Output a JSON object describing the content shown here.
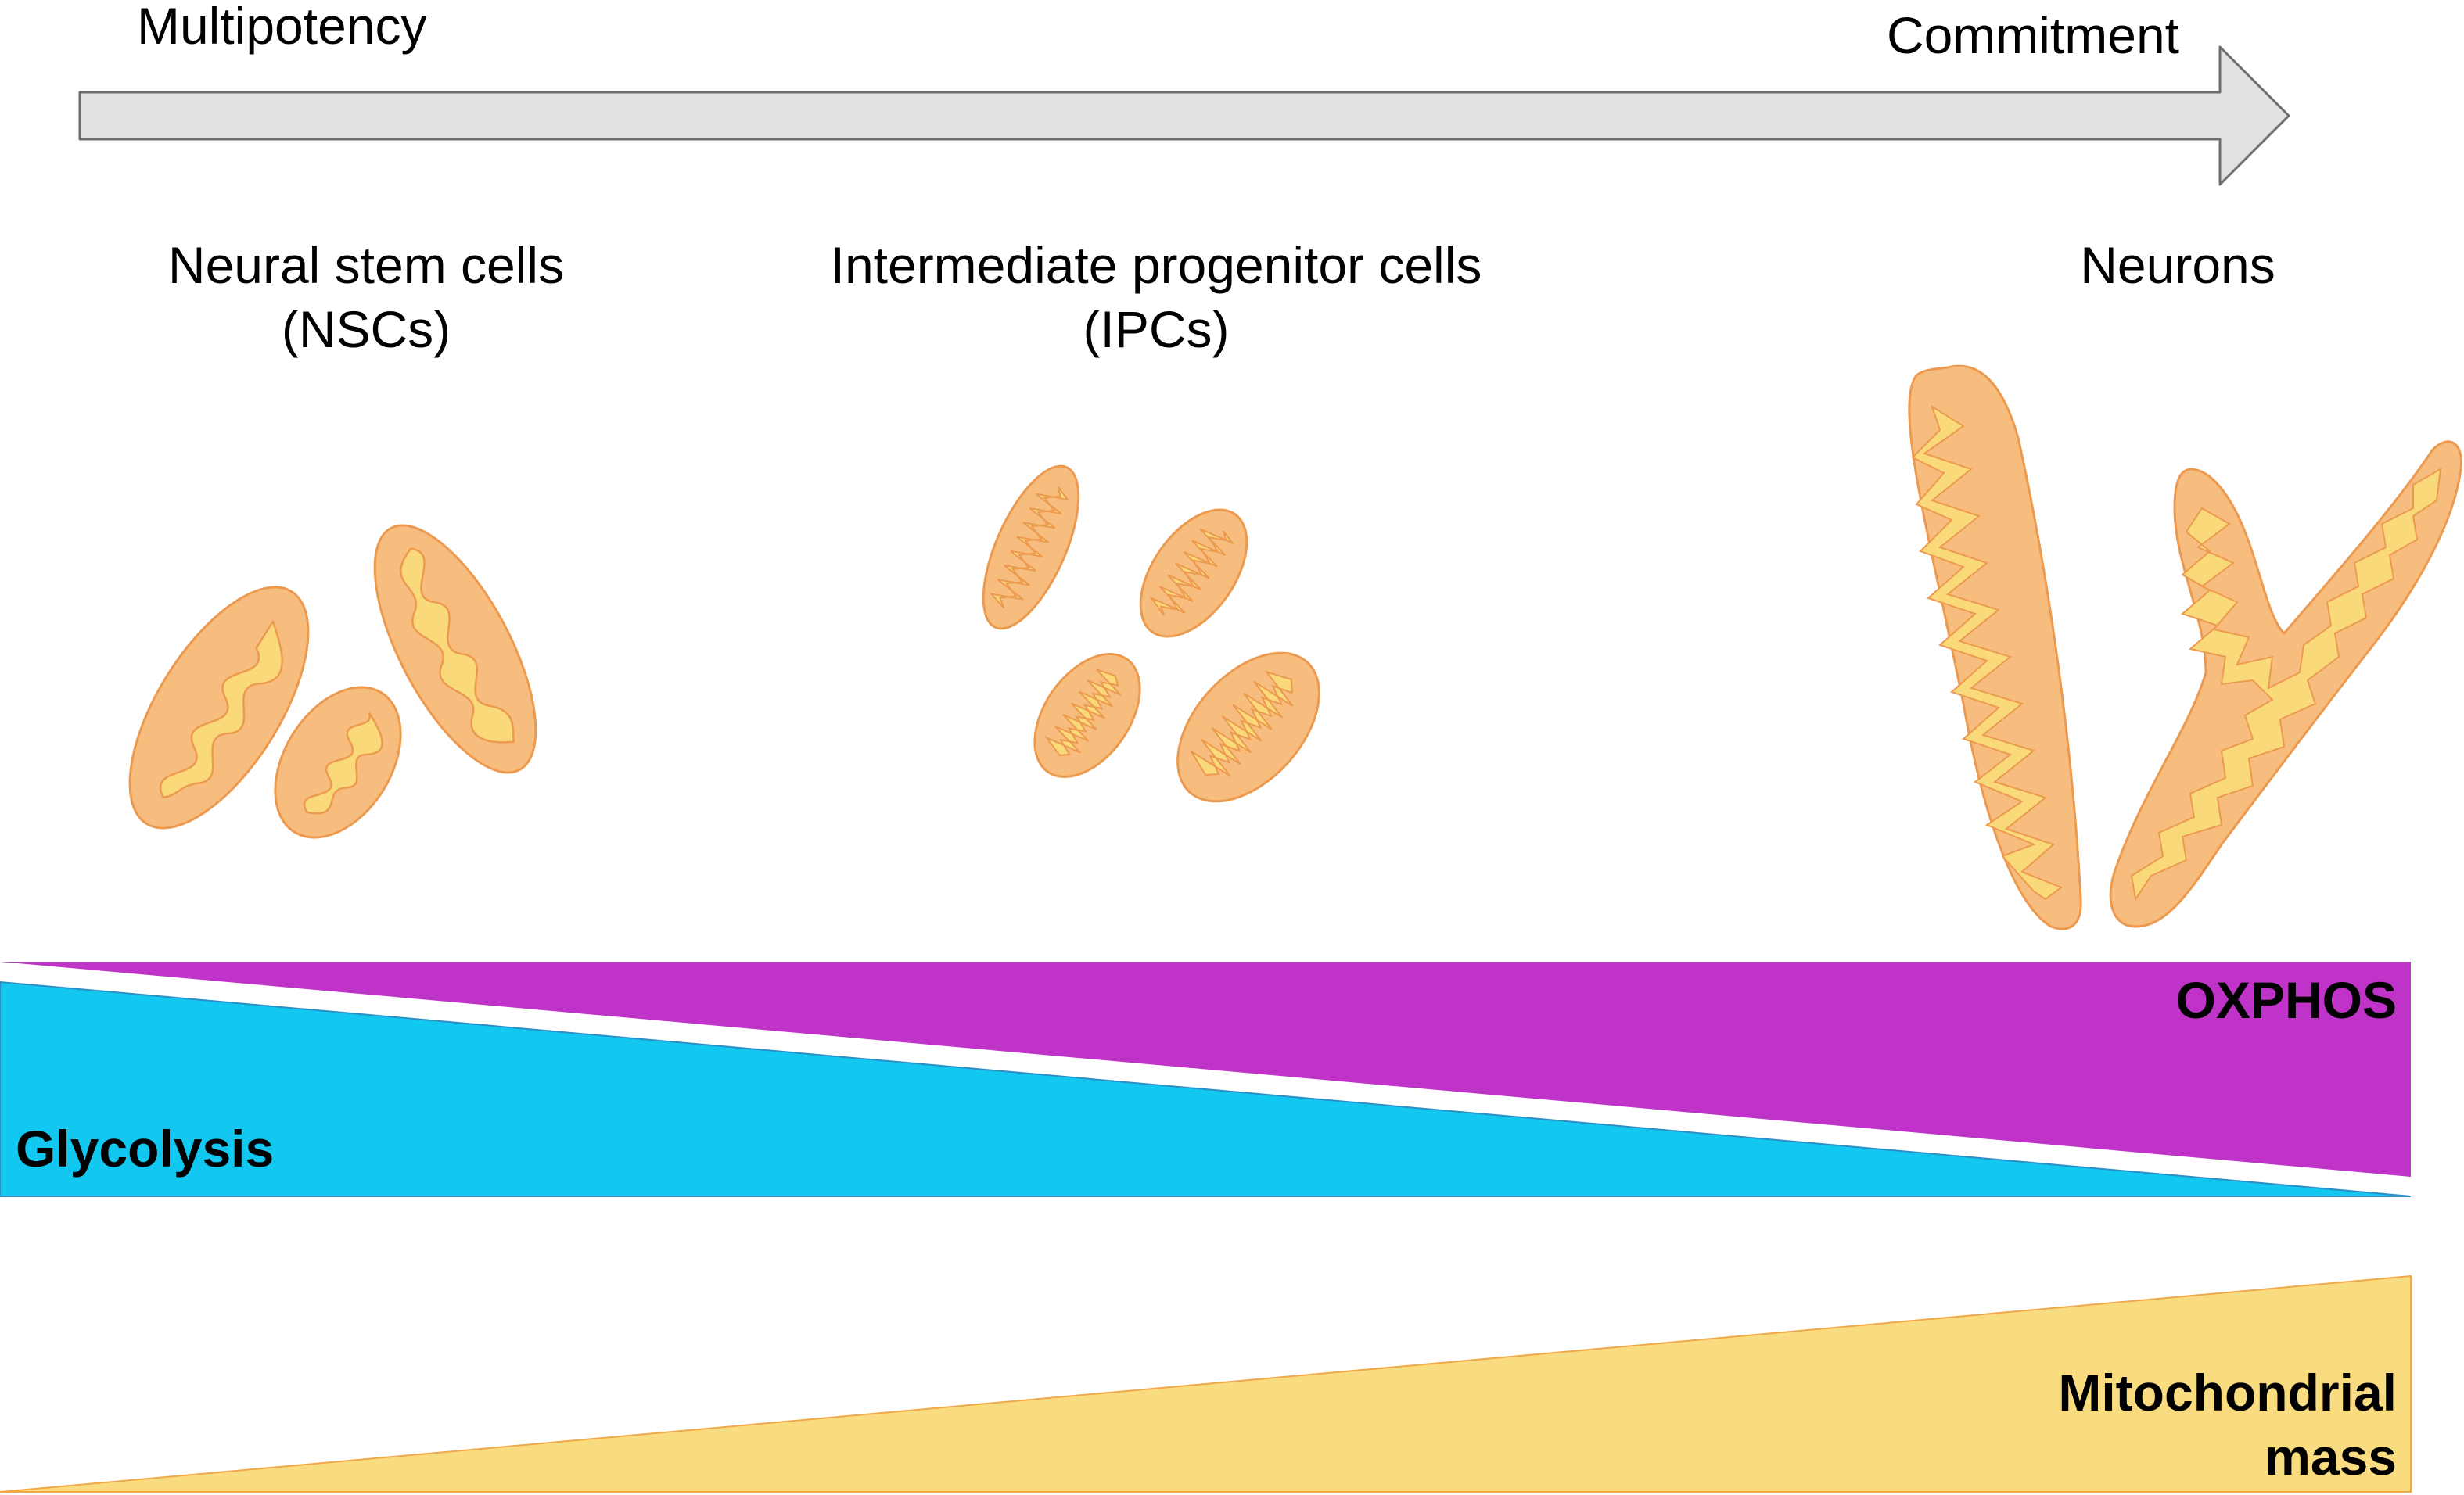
{
  "axis": {
    "start_label": "Multipotency",
    "end_label": "Commitment"
  },
  "stages": [
    {
      "line1": "Neural stem cells",
      "line2": "(NSCs)"
    },
    {
      "line1": "Intermediate progenitor cells",
      "line2": "(IPCs)"
    },
    {
      "line1": "Neurons",
      "line2": ""
    }
  ],
  "gradients": {
    "oxphos": "OXPHOS",
    "glycolysis": "Glycolysis",
    "mito_line1": "Mitochondrial",
    "mito_line2": "mass"
  },
  "colors": {
    "arrow_fill": "#e1e1e1",
    "arrow_stroke": "#6e6e6e",
    "mito_outer": "#f7bd7e",
    "mito_inner": "#fad97a",
    "mito_stroke": "#eb9a4f",
    "oxphos": "#c033c9",
    "glycolysis": "#12c7f0",
    "mito_mass": "#f9dc80"
  }
}
